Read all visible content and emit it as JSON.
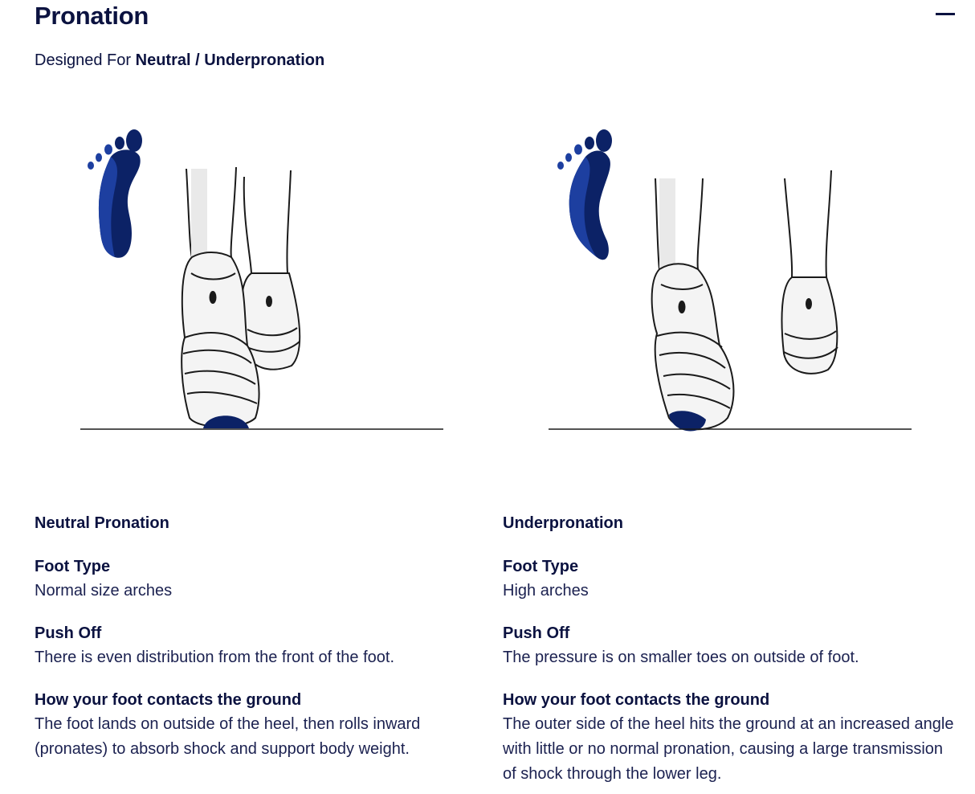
{
  "header": {
    "title": "Pronation",
    "collapse_icon": "minus-icon"
  },
  "subtitle": {
    "prefix": "Designed For",
    "value": "Neutral / Underpronation"
  },
  "colors": {
    "navy": "#0b1240",
    "foot_dark": "#0c2266",
    "foot_light": "#1d3fa0"
  },
  "columns": [
    {
      "title": "Neutral Pronation",
      "foot_type_label": "Foot Type",
      "foot_type": "Normal size arches",
      "push_off_label": "Push Off",
      "push_off": "There is even distribution from the front of the foot.",
      "contact_label": "How your foot contacts the ground",
      "contact": "The foot lands on outside of the heel, then rolls inward (pronates) to absorb shock and support body weight."
    },
    {
      "title": "Underpronation",
      "foot_type_label": "Foot Type",
      "foot_type": "High arches",
      "push_off_label": "Push Off",
      "push_off": "The pressure is on smaller toes on outside of foot.",
      "contact_label": "How your foot contacts the ground",
      "contact": "The outer side of the heel hits the ground at an increased angle with little or no normal pronation, causing a large transmission of shock through the lower leg."
    }
  ]
}
